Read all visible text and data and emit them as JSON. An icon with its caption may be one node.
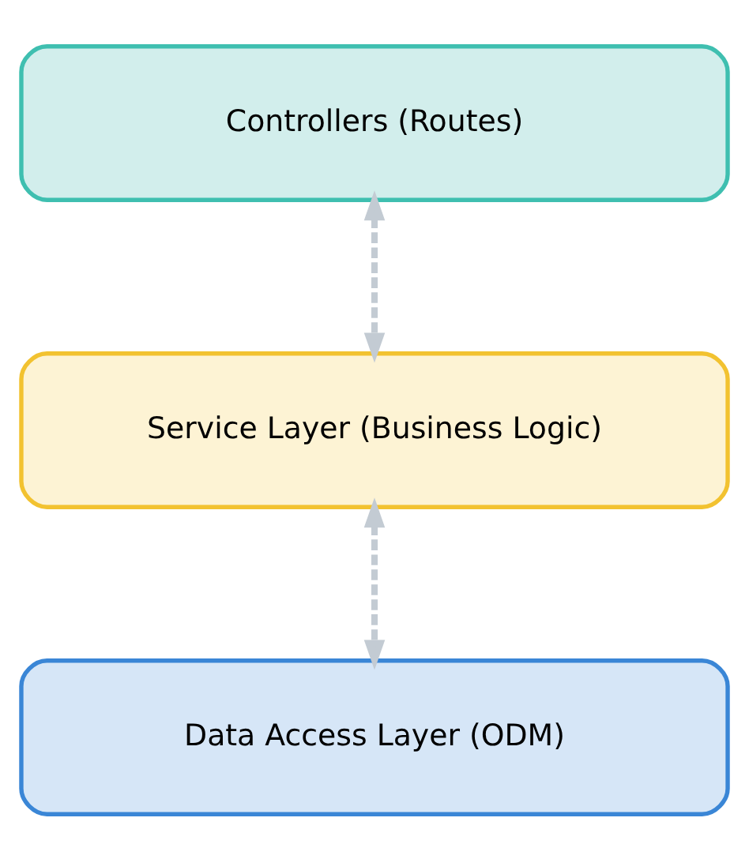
{
  "diagram": {
    "nodes": [
      {
        "text": [
          "Controllers (Routes)"
        ]
      },
      {
        "text": [
          "Service Layer (Business Logic)"
        ]
      },
      {
        "text": [
          "Data Access Layer (ODM)"
        ]
      }
    ],
    "edges": [
      {
        "from": 0,
        "to": 1,
        "arrow": "both",
        "style": "dashed"
      },
      {
        "from": 1,
        "to": 2,
        "arrow": "both",
        "style": "dashed"
      }
    ]
  }
}
